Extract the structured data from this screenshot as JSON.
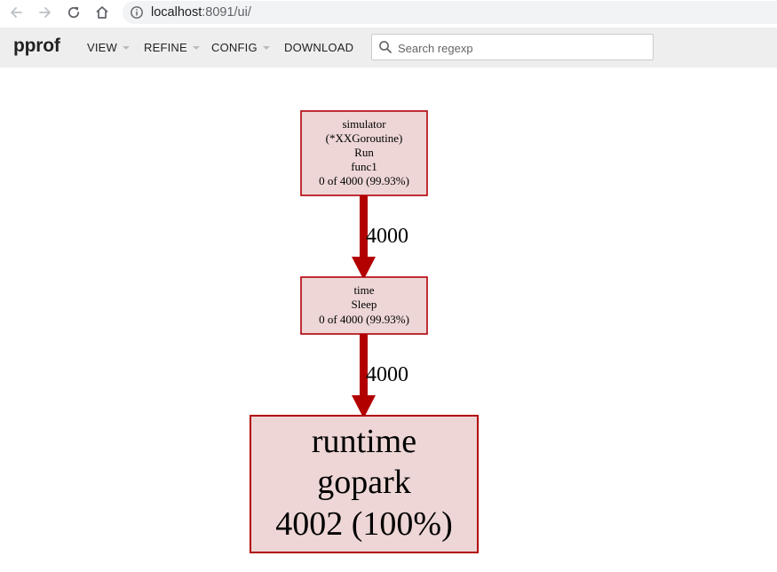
{
  "browser": {
    "url_host": "localhost",
    "url_rest": ":8091/ui/"
  },
  "header": {
    "logo": "pprof",
    "menu": [
      {
        "label": "VIEW",
        "has_caret": true
      },
      {
        "label": "REFINE",
        "has_caret": true
      },
      {
        "label": "CONFIG",
        "has_caret": true
      },
      {
        "label": "DOWNLOAD",
        "has_caret": false
      }
    ],
    "search_placeholder": "Search regexp"
  },
  "graph": {
    "nodes": [
      {
        "lines": [
          "simulator",
          "(*XXGoroutine)",
          "Run",
          "func1",
          "0 of 4000 (99.93%)"
        ]
      },
      {
        "lines": [
          "time",
          "Sleep",
          "0 of 4000 (99.93%)"
        ]
      },
      {
        "lines": [
          "runtime",
          "gopark",
          "4002 (100%)"
        ]
      }
    ],
    "edges": [
      {
        "label": "4000"
      },
      {
        "label": "4000"
      }
    ]
  },
  "colors": {
    "node_fill": "#edd6d5",
    "node_stroke": "#b2000a",
    "edge": "#b20000"
  }
}
